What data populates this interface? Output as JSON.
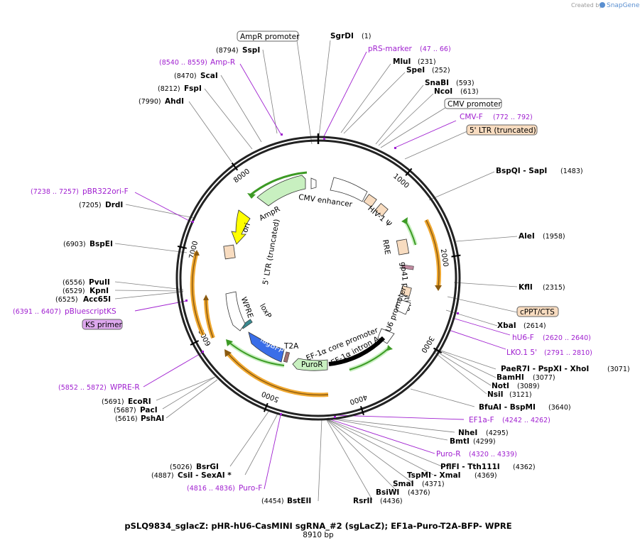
{
  "credit": {
    "text": "Created by",
    "brand": "SnapGene"
  },
  "title": "pSLQ9834_sglacZ: pHR-hU6-CasMINI sgRNA_#2 (sgLacZ); EF1a-Puro-T2A-BFP- WPRE",
  "size_label": "8910 bp",
  "total_bp": 8910,
  "colors": {
    "backbone": "#222222",
    "primer": "#a020d0",
    "promoter_fill": "#ffffff",
    "misc_fill": "#f8dcc0",
    "orange_arrow": "#f0a830",
    "green_arrow": "#3c9a24",
    "ampr": "#c8f0c0",
    "ori": "#ffff00",
    "tagbfp": "#3a6ee8",
    "puror": "#c8f0c0",
    "loxp": "#3a8a90",
    "t2a": "#a07070"
  },
  "ticks": [
    "1000",
    "2000",
    "3000",
    "4000",
    "5000",
    "6000",
    "7000",
    "8000"
  ],
  "features": {
    "cmv_enhancer": "CMV enhancer",
    "hiv_psi": "HIV-1 Ψ",
    "rre": "RRE",
    "gp41": "gp41 peptide",
    "u6": "U6 promoter",
    "ef1a_core": "EF-1α core promoter",
    "ef1a_intron": "EF-1α intron A",
    "puror": "PuroR",
    "t2a": "T2A",
    "tagbfp": "TagBFP",
    "loxp": "loxP",
    "wpre": "WPRE",
    "ltr5": "5' LTR (truncated)",
    "ori": "ori",
    "ampr": "AmpR"
  },
  "labels": [
    {
      "pos": "(1)",
      "name": "SgrDI"
    },
    {
      "pos": "(231)",
      "name": "MluI"
    },
    {
      "pos": "(252)",
      "name": "SpeI"
    },
    {
      "pos": "(593)",
      "name": "SnaBI"
    },
    {
      "pos": "(613)",
      "name": "NcoI"
    },
    {
      "pos": "(1483)",
      "name": "BspQI - SapI"
    },
    {
      "pos": "(1958)",
      "name": "AleI"
    },
    {
      "pos": "(2315)",
      "name": "KflI"
    },
    {
      "pos": "(2614)",
      "name": "XbaI"
    },
    {
      "pos": "(3071)",
      "name": "PaeR7I - PspXI - XhoI"
    },
    {
      "pos": "(3077)",
      "name": "BamHI"
    },
    {
      "pos": "(3089)",
      "name": "NotI"
    },
    {
      "pos": "(3121)",
      "name": "NsiI"
    },
    {
      "pos": "(3640)",
      "name": "BfuAI - BspMI"
    },
    {
      "pos": "(4295)",
      "name": "NheI"
    },
    {
      "pos": "(4299)",
      "name": "BmtI"
    },
    {
      "pos": "(4362)",
      "name": "PflFI - Tth111I"
    },
    {
      "pos": "(4369)",
      "name": "TspMI - XmaI"
    },
    {
      "pos": "(4371)",
      "name": "SmaI"
    },
    {
      "pos": "(4376)",
      "name": "BsiWI"
    },
    {
      "pos": "(4436)",
      "name": "RsrII"
    },
    {
      "pos": "(4454)",
      "name": "BstEII"
    },
    {
      "pos": "(4887)",
      "name": "CsiI - SexAI *"
    },
    {
      "pos": "(5026)",
      "name": "BsrGI"
    },
    {
      "pos": "(5616)",
      "name": "PshAI"
    },
    {
      "pos": "(5687)",
      "name": "PacI"
    },
    {
      "pos": "(5691)",
      "name": "EcoRI"
    },
    {
      "pos": "(6525)",
      "name": "Acc65I"
    },
    {
      "pos": "(6529)",
      "name": "KpnI"
    },
    {
      "pos": "(6556)",
      "name": "PvuII"
    },
    {
      "pos": "(6903)",
      "name": "BspEI"
    },
    {
      "pos": "(7205)",
      "name": "DrdI"
    },
    {
      "pos": "(7990)",
      "name": "AhdI"
    },
    {
      "pos": "(8212)",
      "name": "FspI"
    },
    {
      "pos": "(8470)",
      "name": "ScaI"
    },
    {
      "pos": "(8794)",
      "name": "SspI"
    }
  ],
  "primers": [
    {
      "name": "pRS-marker",
      "range": "(47 .. 66)"
    },
    {
      "name": "CMV-F",
      "range": "(772 .. 792)"
    },
    {
      "name": "hU6-F",
      "range": "(2620 .. 2640)"
    },
    {
      "name": "LKO.1 5'",
      "range": "(2791 .. 2810)"
    },
    {
      "name": "EF1a-F",
      "range": "(4242 .. 4262)"
    },
    {
      "name": "Puro-R",
      "range": "(4320 .. 4339)"
    },
    {
      "name": "Puro-F",
      "range": "(4816 .. 4836)"
    },
    {
      "name": "WPRE-R",
      "range": "(5852 .. 5872)"
    },
    {
      "name": "pBluescriptKS",
      "range": "(6391 .. 6407)"
    },
    {
      "name": "pBR322ori-F",
      "range": "(7238 .. 7257)"
    },
    {
      "name": "Amp-R",
      "range": "(8540 .. 8559)"
    }
  ],
  "boxed": {
    "ampr_promoter": "AmpR promoter",
    "cmv_promoter": "CMV promoter",
    "ltr5_trunc": "5' LTR (truncated)",
    "cppt": "cPPT/CTS",
    "ks_primer": "KS primer"
  }
}
